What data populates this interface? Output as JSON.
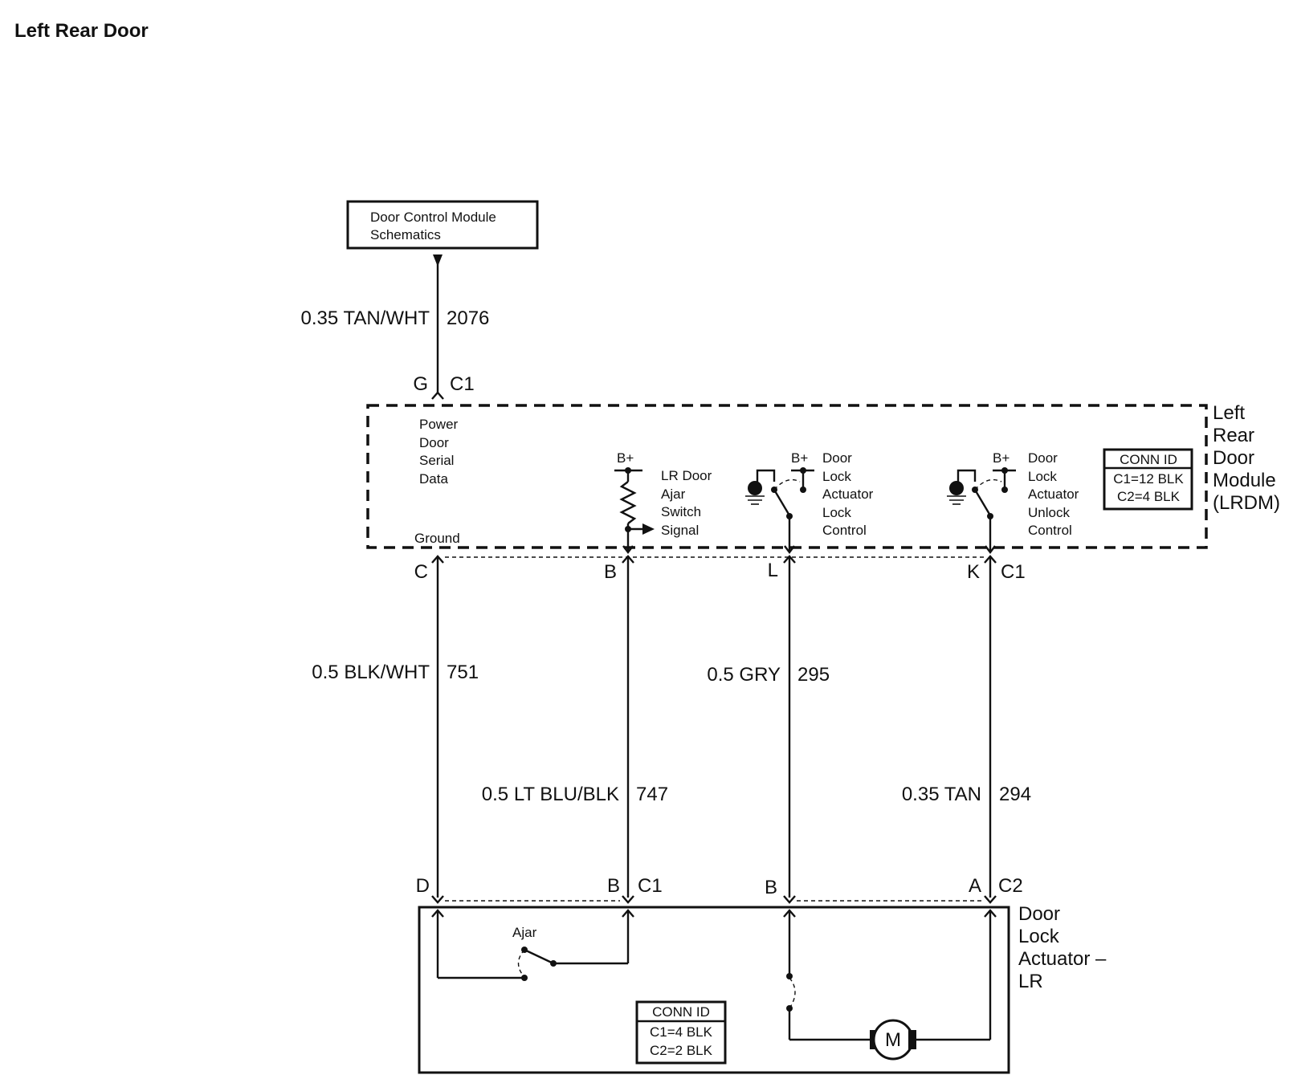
{
  "title": "Left Rear Door",
  "dcm_ref": {
    "line1": "Door Control Module",
    "line2": "Schematics"
  },
  "wires": {
    "w2076": {
      "gauge": "0.35 TAN/WHT",
      "circuit": "2076"
    },
    "w751": {
      "gauge": "0.5 BLK/WHT",
      "circuit": "751"
    },
    "w747": {
      "gauge": "0.5 LT BLU/BLK",
      "circuit": "747"
    },
    "w295": {
      "gauge": "0.5 GRY",
      "circuit": "295"
    },
    "w294": {
      "gauge": "0.35 TAN",
      "circuit": "294"
    }
  },
  "module": {
    "name_lines": [
      "Left",
      "Rear",
      "Door",
      "Module",
      "(LRDM)"
    ],
    "top_connector": {
      "pin": "G",
      "conn": "C1"
    },
    "bottom_pins": [
      "C",
      "B",
      "L",
      "K"
    ],
    "bottom_conn": "C1",
    "power_label_lines": [
      "Power",
      "Door",
      "Serial",
      "Data"
    ],
    "ground_label": "Ground",
    "bplus": "B+",
    "ajar_label_lines": [
      "LR Door",
      "Ajar",
      "Switch",
      "Signal"
    ],
    "lock_label_lines": [
      "Door",
      "Lock",
      "Actuator",
      "Lock",
      "Control"
    ],
    "unlock_label_lines": [
      "Door",
      "Lock",
      "Actuator",
      "Unlock",
      "Control"
    ],
    "conn_id": {
      "header": "CONN ID",
      "c1": "C1=12 BLK",
      "c2": "C2=4 BLK"
    }
  },
  "actuator": {
    "name_lines": [
      "Door",
      "Lock",
      "Actuator –",
      "LR"
    ],
    "pins_c1": [
      "D",
      "B"
    ],
    "conn_c1": "C1",
    "pins_c2": [
      "B",
      "A"
    ],
    "conn_c2": "C2",
    "ajar_label": "Ajar",
    "motor_label": "M",
    "conn_id": {
      "header": "CONN ID",
      "c1": "C1=4 BLK",
      "c2": "C2=2 BLK"
    }
  }
}
